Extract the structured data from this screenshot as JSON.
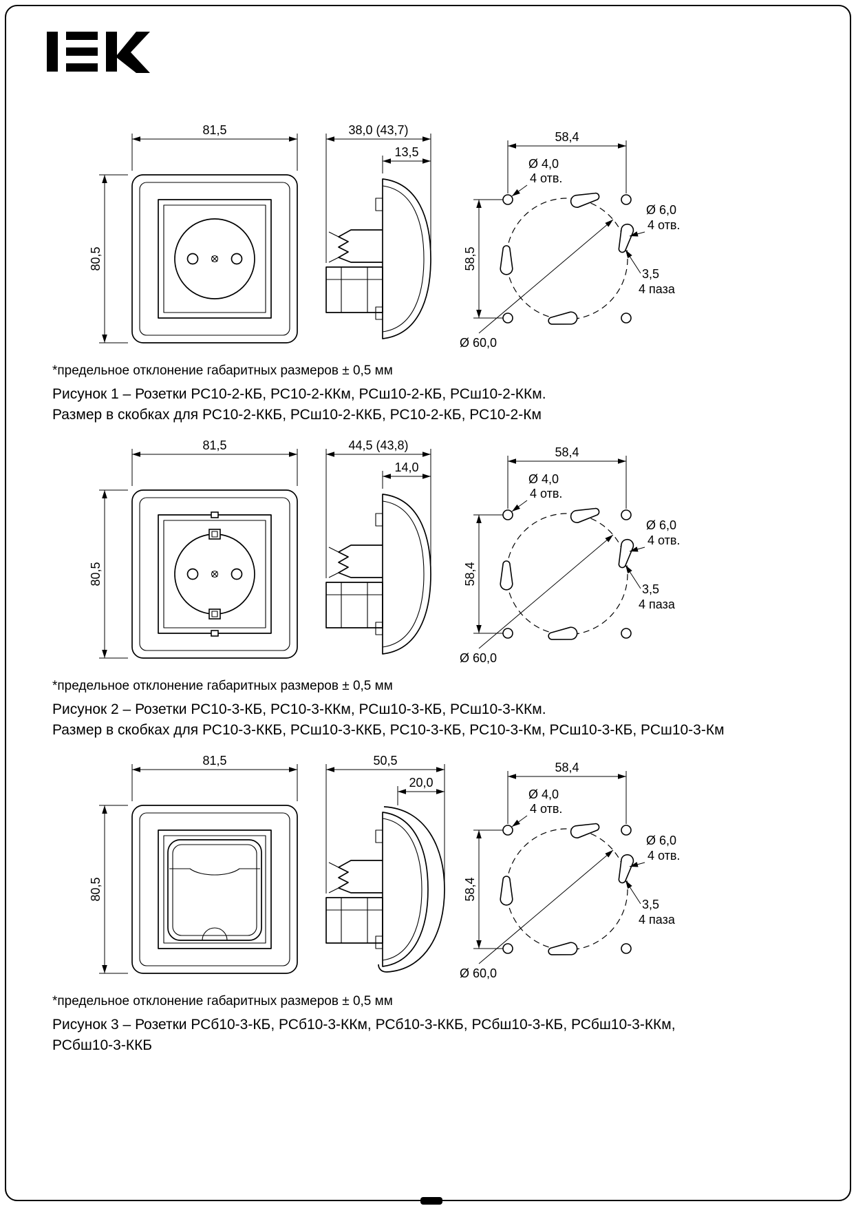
{
  "logo": "IEK",
  "note": "*предельное отклонение габаритных размеров ± 0,5 мм",
  "figures": [
    {
      "front": {
        "w": "81,5",
        "h": "80,5"
      },
      "side": {
        "total": "38,0 (43,7)",
        "face": "13,5"
      },
      "mount": {
        "w": "58,4",
        "h": "58,5",
        "d_small": "Ø 4,0",
        "d_small_n": "4 отв.",
        "d_big": "Ø 6,0",
        "d_big_n": "4 отв.",
        "slot": "3,5",
        "slot_n": "4 паза",
        "d_circle": "Ø 60,0"
      },
      "caption_1": "Рисунок 1 – Розетки РС10-2-КБ, РС10-2-ККм, РСш10-2-КБ, РСш10-2-ККм.",
      "caption_2": "Размер в скобках для РС10-2-ККБ,  РСш10-2-ККБ, РС10-2-КБ, РС10-2-Км"
    },
    {
      "front": {
        "w": "81,5",
        "h": "80,5"
      },
      "side": {
        "total": "44,5 (43,8)",
        "face": "14,0"
      },
      "mount": {
        "w": "58,4",
        "h": "58,4",
        "d_small": "Ø 4,0",
        "d_small_n": "4 отв.",
        "d_big": "Ø 6,0",
        "d_big_n": "4 отв.",
        "slot": "3,5",
        "slot_n": "4 паза",
        "d_circle": "Ø 60,0"
      },
      "caption_1": "Рисунок 2 – Розетки РС10-3-КБ, РС10-3-ККм, РСш10-3-КБ, РСш10-3-ККм.",
      "caption_2": "Размер в скобках для РС10-3-ККБ, РСш10-3-ККБ, РС10-3-КБ, РС10-3-Км, РСш10-3-КБ, РСш10-3-Км"
    },
    {
      "front": {
        "w": "81,5",
        "h": "80,5"
      },
      "side": {
        "total": "50,5",
        "face": "20,0"
      },
      "mount": {
        "w": "58,4",
        "h": "58,4",
        "d_small": "Ø 4,0",
        "d_small_n": "4 отв.",
        "d_big": "Ø 6,0",
        "d_big_n": "4 отв.",
        "slot": "3,5",
        "slot_n": "4 паза",
        "d_circle": "Ø 60,0"
      },
      "caption_1": "Рисунок 3 – Розетки РСб10-3-КБ, РСб10-3-ККм, РСб10-3-ККБ, РСбш10-3-КБ, РСбш10-3-ККм,",
      "caption_2": "РСбш10-3-ККБ"
    }
  ]
}
